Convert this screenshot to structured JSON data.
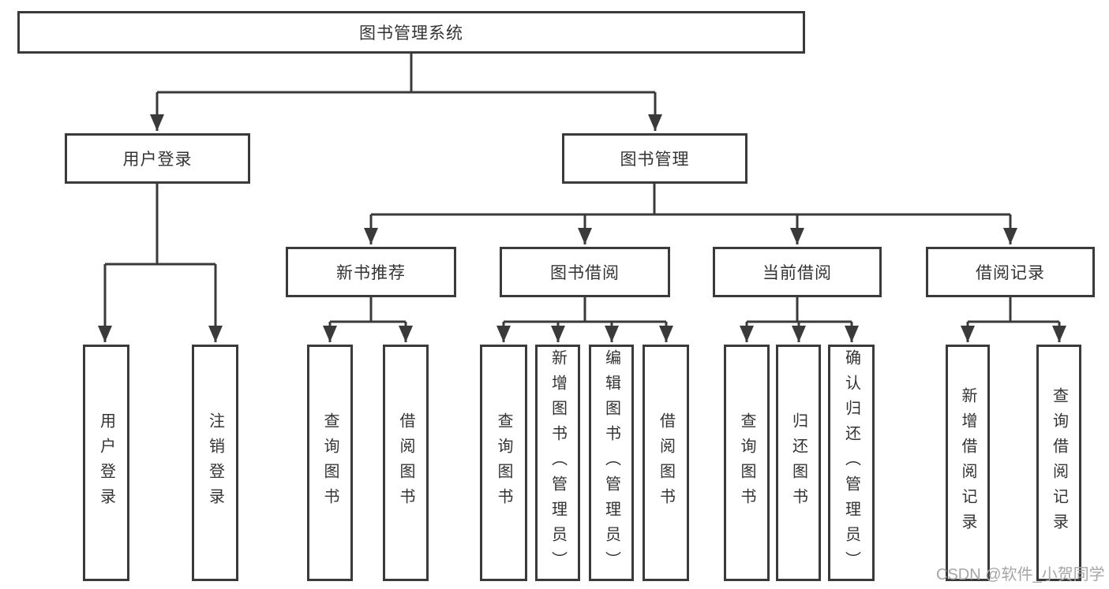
{
  "tree": {
    "label": "图书管理系统",
    "children": [
      {
        "label": "用户登录",
        "children": [
          {
            "label": "用户登录"
          },
          {
            "label": "注销登录"
          }
        ]
      },
      {
        "label": "图书管理",
        "children": [
          {
            "label": "新书推荐",
            "children": [
              {
                "label": "查询图书"
              },
              {
                "label": "借阅图书"
              }
            ]
          },
          {
            "label": "图书借阅",
            "children": [
              {
                "label": "查询图书"
              },
              {
                "label": "新增图书（管理员）"
              },
              {
                "label": "编辑图书（管理员）"
              },
              {
                "label": "借阅图书"
              }
            ]
          },
          {
            "label": "当前借阅",
            "children": [
              {
                "label": "查询图书"
              },
              {
                "label": "归还图书"
              },
              {
                "label": "确认归还（管理员）"
              }
            ]
          },
          {
            "label": "借阅记录",
            "children": [
              {
                "label": "新增借阅记录"
              },
              {
                "label": "查询借阅记录"
              }
            ]
          }
        ]
      }
    ]
  },
  "watermark": {
    "text": "CSDN @软件_小贺同学"
  },
  "colors": {
    "line": "#3a3a3a",
    "text": "#333333",
    "wm": "#a6a6a6",
    "bg": "#ffffff"
  }
}
